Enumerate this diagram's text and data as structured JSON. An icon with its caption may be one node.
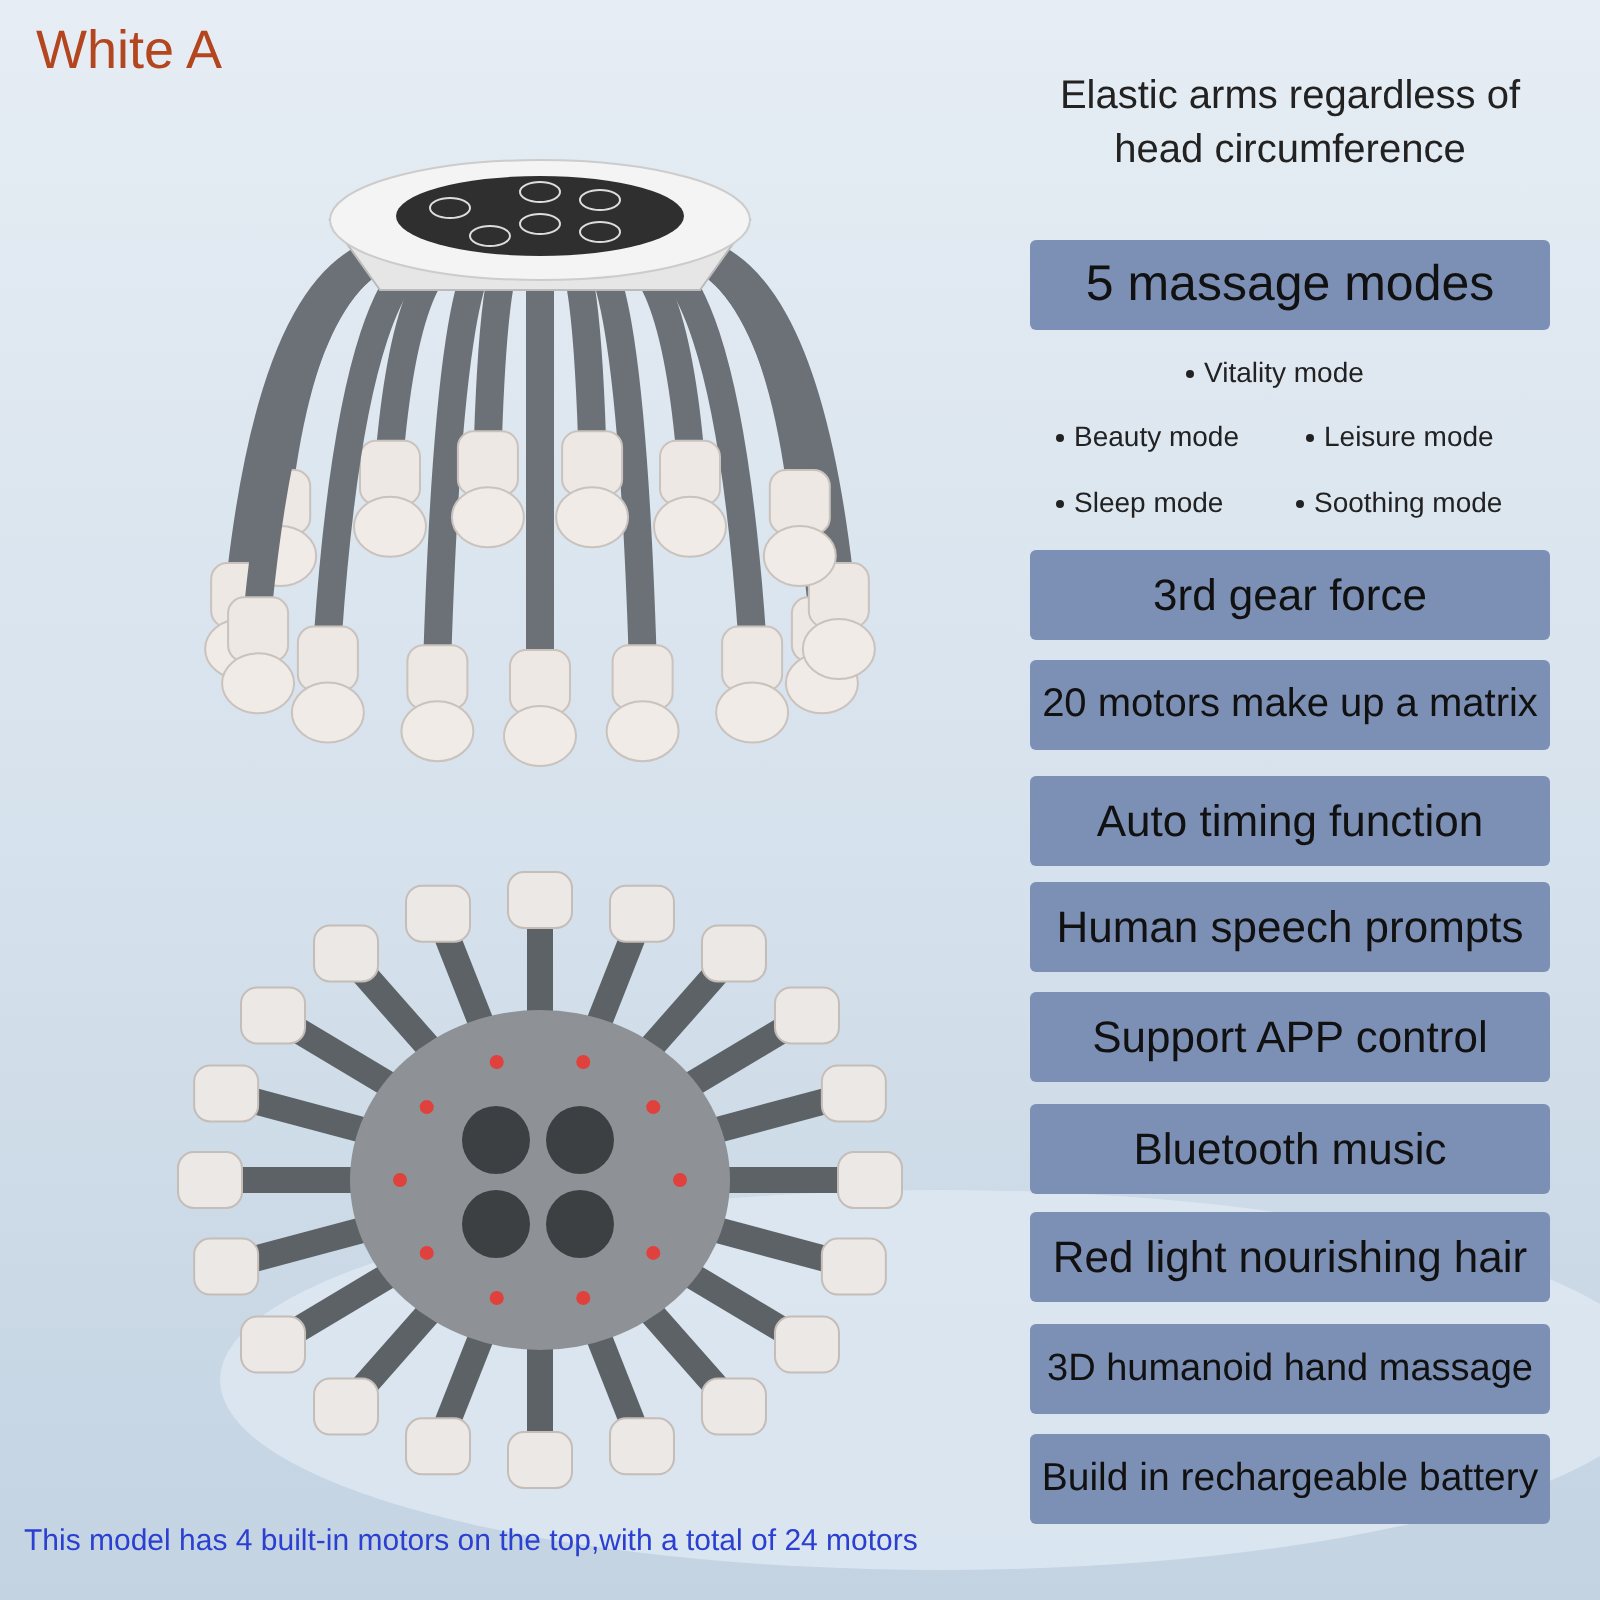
{
  "diagram": {
    "title": "White A",
    "nodes": [
      {
        "text": [
          "5 massage modes"
        ]
      },
      {
        "text": [
          "3rd gear force"
        ]
      },
      {
        "text": [
          "20 motors make up a matrix"
        ]
      },
      {
        "text": [
          "Auto timing function"
        ]
      },
      {
        "text": [
          "Human speech prompts"
        ]
      },
      {
        "text": [
          "Support APP control"
        ]
      },
      {
        "text": [
          "Bluetooth music"
        ]
      },
      {
        "text": [
          "Red light nourishing hair"
        ]
      },
      {
        "text": [
          "3D humanoid hand massage"
        ]
      },
      {
        "text": [
          "Build in rechargeable battery"
        ]
      }
    ],
    "labels": [
      "Elastic arms regardless of head circumference",
      "Vitality mode",
      "Beauty mode",
      "Leisure mode",
      "Sleep mode",
      "Soothing mode",
      "This model has 4 built-in motors on the top,with a total of 24 motors"
    ]
  }
}
